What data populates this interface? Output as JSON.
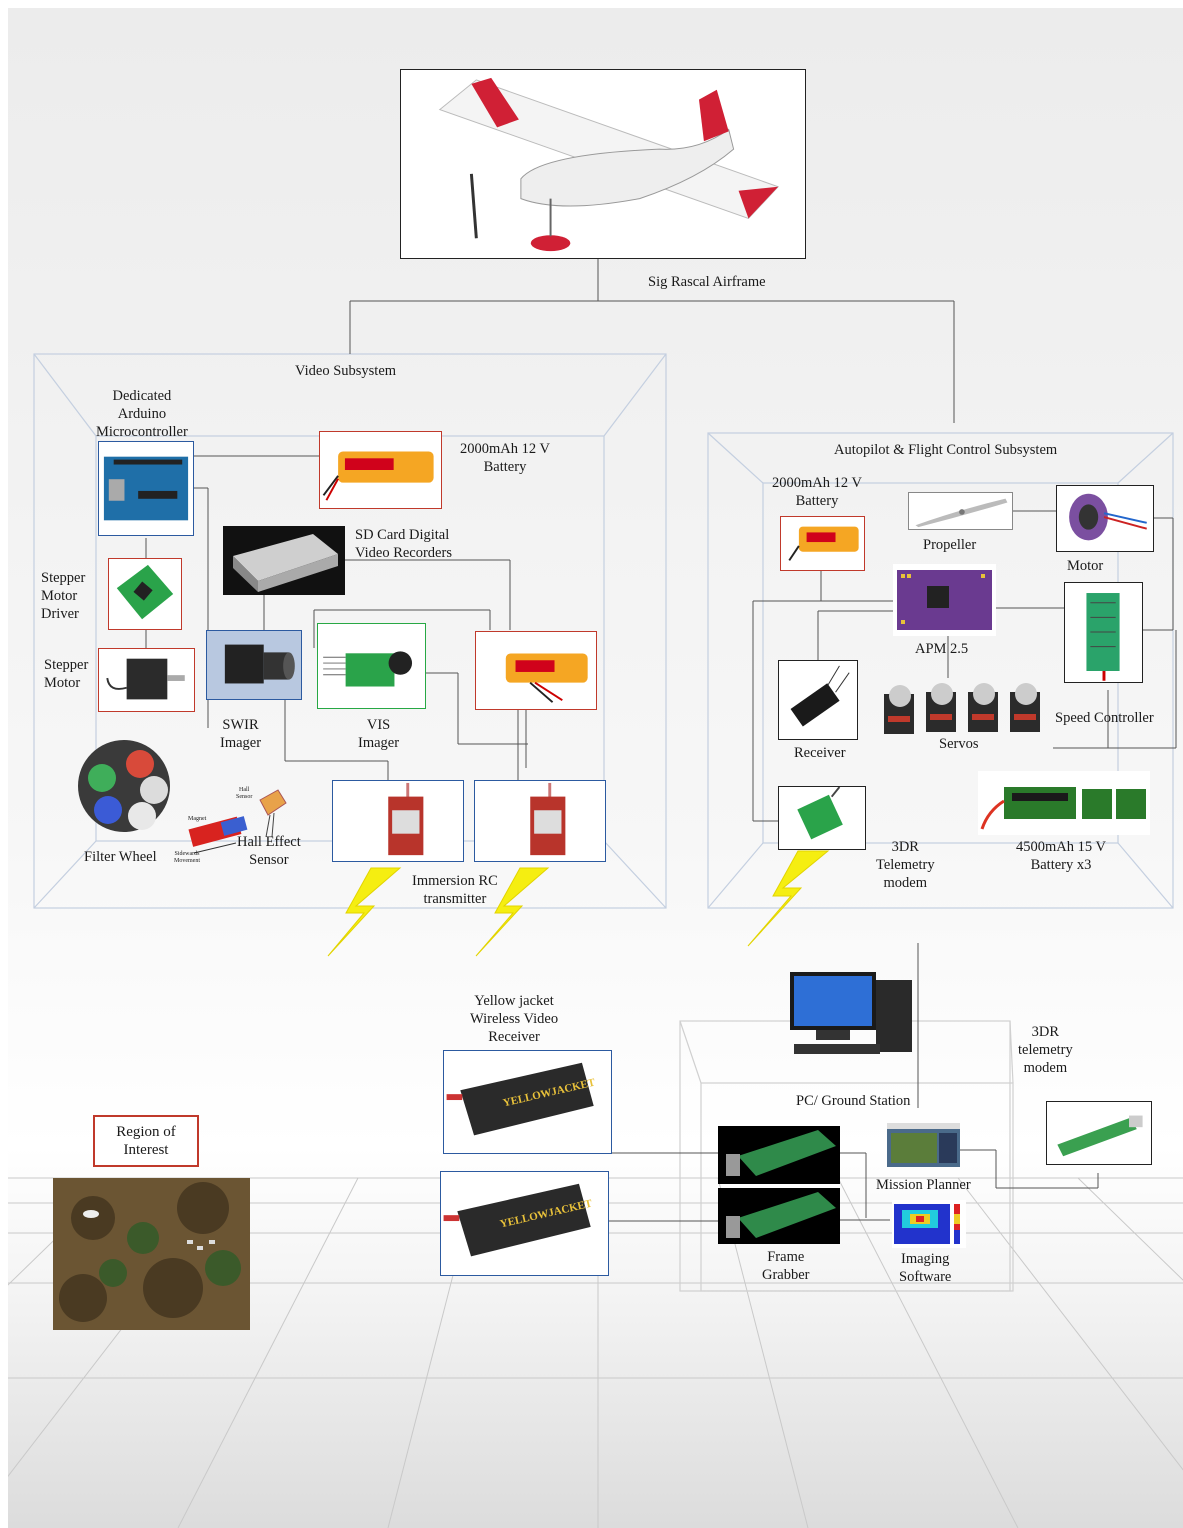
{
  "airframe": {
    "label": "Sig Rascal Airframe"
  },
  "video_subsystem": {
    "title": "Video Subsystem",
    "arduino": "Dedicated\nArduino\nMicrocontroller",
    "battery": "2000mAh 12 V\nBattery",
    "sd_recorder": "SD Card Digital\nVideo Recorders",
    "stepper_driver": "Stepper\nMotor\nDriver",
    "stepper_motor": "Stepper\nMotor",
    "swir": "SWIR\nImager",
    "vis": "VIS\nImager",
    "filter_wheel": "Filter Wheel",
    "hall_sensor": "Hall Effect\nSensor",
    "hall_tags": {
      "hall": "Hall\nSensor",
      "magnet": "Magnet",
      "movement": "Sidewards\nMovement"
    },
    "transmitter": "Immersion RC\ntransmitter"
  },
  "autopilot_subsystem": {
    "title": "Autopilot & Flight Control Subsystem",
    "battery": "2000mAh 12 V\nBattery",
    "propeller": "Propeller",
    "motor": "Motor",
    "apm": "APM 2.5",
    "speed_controller": "Speed Controller",
    "receiver": "Receiver",
    "servos": "Servos",
    "telemetry": "3DR\nTelemetry\nmodem",
    "battery_large": "4500mAh 15 V\nBattery x3"
  },
  "ground": {
    "video_receiver": "Yellow jacket\nWireless Video\nReceiver",
    "station": "PC/ Ground Station",
    "telemetry": "3DR\ntelemetry\nmodem",
    "mission_planner": "Mission Planner",
    "frame_grabber": "Frame\nGrabber",
    "imaging": "Imaging\nSoftware",
    "region": "Region of\nInterest",
    "yj_brand": "YELLOWJACKET"
  }
}
